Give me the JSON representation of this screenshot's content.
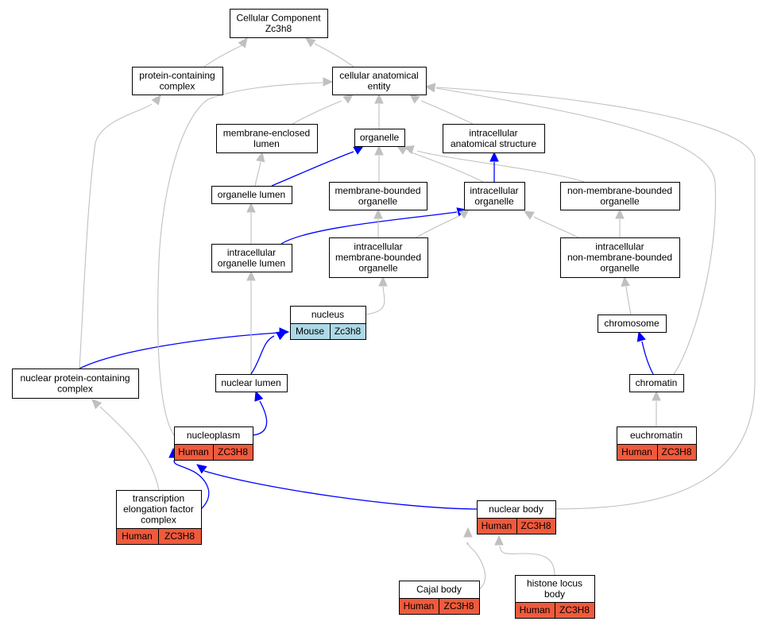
{
  "colors": {
    "edge_gray": "#c0c0c0",
    "edge_blue": "#0000ff",
    "human_fill": "#f05a3c",
    "mouse_fill": "#add8e6",
    "node_fill": "#ffffff",
    "node_border": "#000000"
  },
  "nodes": {
    "cellular_component": {
      "lines": [
        "Cellular Component",
        "Zc3h8"
      ]
    },
    "protein_containing_complex": {
      "lines": [
        "protein-containing",
        "complex"
      ]
    },
    "cellular_anatomical_entity": {
      "lines": [
        "cellular anatomical",
        "entity"
      ]
    },
    "membrane_enclosed_lumen": {
      "lines": [
        "membrane-enclosed",
        "lumen"
      ]
    },
    "organelle": {
      "lines": [
        "organelle"
      ]
    },
    "intracellular_anatomical_structure": {
      "lines": [
        "intracellular",
        "anatomical structure"
      ]
    },
    "organelle_lumen": {
      "lines": [
        "organelle lumen"
      ]
    },
    "membrane_bounded_organelle": {
      "lines": [
        "membrane-bounded",
        "organelle"
      ]
    },
    "intracellular_organelle": {
      "lines": [
        "intracellular",
        "organelle"
      ]
    },
    "non_membrane_bounded_organelle": {
      "lines": [
        "non-membrane-bounded",
        "organelle"
      ]
    },
    "intracellular_organelle_lumen": {
      "lines": [
        "intracellular",
        "organelle lumen"
      ]
    },
    "intracellular_membrane_bounded_organelle": {
      "lines": [
        "intracellular",
        "membrane-bounded",
        "organelle"
      ]
    },
    "intracellular_non_membrane_bounded_organelle": {
      "lines": [
        "intracellular",
        "non-membrane-bounded",
        "organelle"
      ]
    },
    "nucleus": {
      "lines": [
        "nucleus"
      ],
      "annotations": [
        "Mouse",
        "Zc3h8"
      ],
      "annotation_species": "mouse"
    },
    "chromosome": {
      "lines": [
        "chromosome"
      ]
    },
    "nuclear_protein_containing_complex": {
      "lines": [
        "nuclear protein-containing",
        "complex"
      ]
    },
    "nuclear_lumen": {
      "lines": [
        "nuclear lumen"
      ]
    },
    "chromatin": {
      "lines": [
        "chromatin"
      ]
    },
    "nucleoplasm": {
      "lines": [
        "nucleoplasm"
      ],
      "annotations": [
        "Human",
        "ZC3H8"
      ],
      "annotation_species": "human"
    },
    "euchromatin": {
      "lines": [
        "euchromatin"
      ],
      "annotations": [
        "Human",
        "ZC3H8"
      ],
      "annotation_species": "human"
    },
    "transcription_elongation_factor_complex": {
      "lines": [
        "transcription",
        "elongation factor",
        "complex"
      ],
      "annotations": [
        "Human",
        "ZC3H8"
      ],
      "annotation_species": "human"
    },
    "nuclear_body": {
      "lines": [
        "nuclear body"
      ],
      "annotations": [
        "Human",
        "ZC3H8"
      ],
      "annotation_species": "human"
    },
    "cajal_body": {
      "lines": [
        "Cajal body"
      ],
      "annotations": [
        "Human",
        "ZC3H8"
      ],
      "annotation_species": "human"
    },
    "histone_locus_body": {
      "lines": [
        "histone locus",
        "body"
      ],
      "annotations": [
        "Human",
        "ZC3H8"
      ],
      "annotation_species": "human"
    }
  },
  "edges": [
    {
      "from": "protein_containing_complex",
      "to": "cellular_component",
      "color": "gray"
    },
    {
      "from": "cellular_anatomical_entity",
      "to": "cellular_component",
      "color": "gray"
    },
    {
      "from": "membrane_enclosed_lumen",
      "to": "cellular_anatomical_entity",
      "color": "gray"
    },
    {
      "from": "organelle",
      "to": "cellular_anatomical_entity",
      "color": "gray"
    },
    {
      "from": "intracellular_anatomical_structure",
      "to": "cellular_anatomical_entity",
      "color": "gray"
    },
    {
      "from": "organelle_lumen",
      "to": "membrane_enclosed_lumen",
      "color": "gray"
    },
    {
      "from": "organelle_lumen",
      "to": "organelle",
      "color": "blue"
    },
    {
      "from": "membrane_bounded_organelle",
      "to": "organelle",
      "color": "gray"
    },
    {
      "from": "intracellular_organelle",
      "to": "organelle",
      "color": "gray"
    },
    {
      "from": "non_membrane_bounded_organelle",
      "to": "organelle",
      "color": "gray"
    },
    {
      "from": "intracellular_organelle",
      "to": "intracellular_anatomical_structure",
      "color": "blue"
    },
    {
      "from": "intracellular_organelle_lumen",
      "to": "organelle_lumen",
      "color": "gray"
    },
    {
      "from": "intracellular_organelle_lumen",
      "to": "intracellular_organelle",
      "color": "blue"
    },
    {
      "from": "intracellular_membrane_bounded_organelle",
      "to": "membrane_bounded_organelle",
      "color": "gray"
    },
    {
      "from": "intracellular_membrane_bounded_organelle",
      "to": "intracellular_organelle",
      "color": "gray"
    },
    {
      "from": "intracellular_non_membrane_bounded_organelle",
      "to": "intracellular_organelle",
      "color": "gray"
    },
    {
      "from": "intracellular_non_membrane_bounded_organelle",
      "to": "non_membrane_bounded_organelle",
      "color": "gray"
    },
    {
      "from": "nucleus",
      "to": "intracellular_membrane_bounded_organelle",
      "color": "gray"
    },
    {
      "from": "chromosome",
      "to": "intracellular_non_membrane_bounded_organelle",
      "color": "gray"
    },
    {
      "from": "nuclear_protein_containing_complex",
      "to": "protein_containing_complex",
      "color": "gray"
    },
    {
      "from": "nuclear_protein_containing_complex",
      "to": "nucleus",
      "color": "blue"
    },
    {
      "from": "nuclear_lumen",
      "to": "intracellular_organelle_lumen",
      "color": "gray"
    },
    {
      "from": "nuclear_lumen",
      "to": "nucleus",
      "color": "blue"
    },
    {
      "from": "chromatin",
      "to": "chromosome",
      "color": "blue"
    },
    {
      "from": "chromatin",
      "to": "cellular_anatomical_entity",
      "color": "gray"
    },
    {
      "from": "nucleoplasm",
      "to": "cellular_anatomical_entity",
      "color": "gray"
    },
    {
      "from": "nucleoplasm",
      "to": "nuclear_lumen",
      "color": "blue"
    },
    {
      "from": "euchromatin",
      "to": "chromatin",
      "color": "gray"
    },
    {
      "from": "transcription_elongation_factor_complex",
      "to": "nuclear_protein_containing_complex",
      "color": "gray"
    },
    {
      "from": "transcription_elongation_factor_complex",
      "to": "nucleoplasm",
      "color": "blue"
    },
    {
      "from": "nuclear_body",
      "to": "nucleoplasm",
      "color": "blue"
    },
    {
      "from": "nuclear_body",
      "to": "cellular_anatomical_entity",
      "color": "gray"
    },
    {
      "from": "cajal_body",
      "to": "nuclear_body",
      "color": "gray"
    },
    {
      "from": "histone_locus_body",
      "to": "nuclear_body",
      "color": "gray"
    }
  ]
}
